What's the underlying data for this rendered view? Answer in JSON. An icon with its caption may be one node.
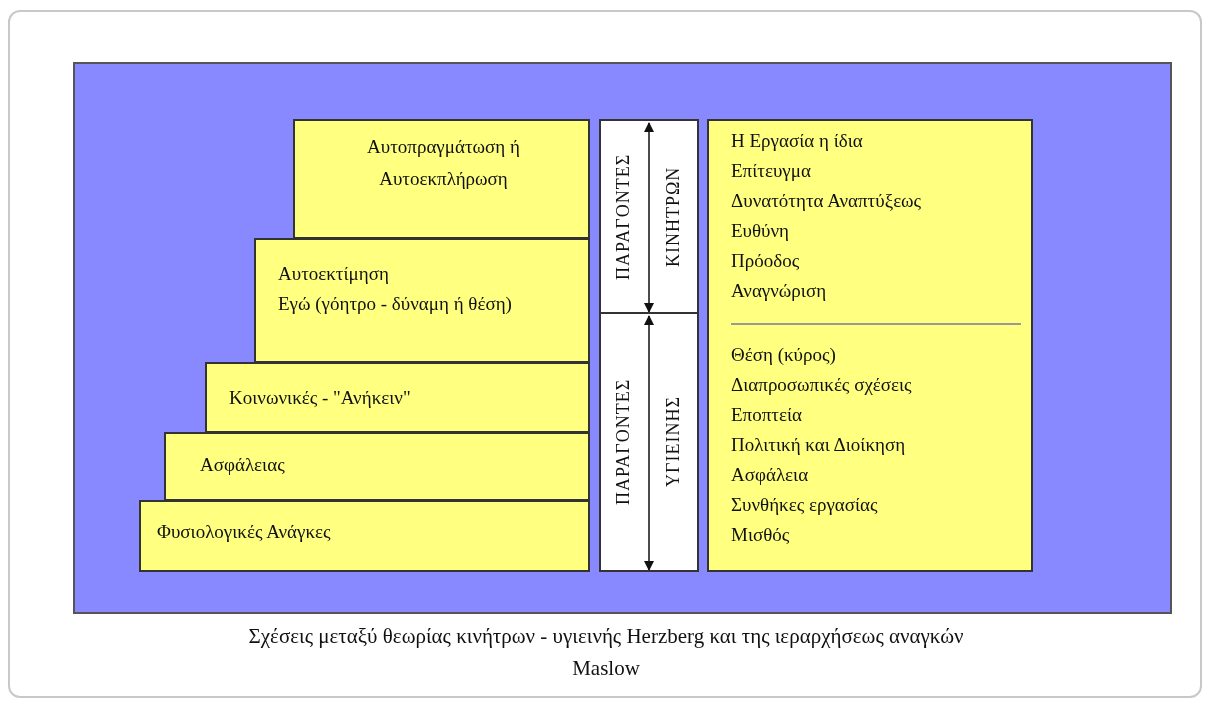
{
  "diagram": {
    "caption": "Σχέσεις μεταξύ θεωρίας κινήτρων - υγιεινής Herzberg και της ιεραρχήσεως αναγκών Maslow",
    "nodes": [
      {
        "text": [],
        "shape": "box"
      },
      {
        "text": [
          "Αυτοπραγμάτωση ή Αυτοεκπλήρωση"
        ],
        "in": 0
      },
      {
        "text": [
          "Αυτοεκτίμηση",
          "Εγώ (γόητρο - δύναμη ή θέση)"
        ],
        "in": 0
      },
      {
        "text": [
          "Κοινωνικές - \"Ανήκειν\""
        ],
        "in": 0
      },
      {
        "text": [
          "Ασφάλειας"
        ],
        "in": 0
      },
      {
        "text": [
          "Φυσιολογικές Ανάγκες"
        ],
        "in": 0
      },
      {
        "text": [
          "ΠΑΡΑΓΟΝΤΕΣ",
          "ΚΙΝΗΤΡΩΝ"
        ],
        "in": 0
      },
      {
        "text": [
          "ΠΑΡΑΓΟΝΤΕΣ",
          "ΥΓΙΕΙΝΗΣ"
        ],
        "in": 0
      },
      {
        "text": [
          "Η Εργασία η ίδια",
          "Επίτευγμα",
          "Δυνατότητα Αναπτύξεως",
          "Ευθύνη",
          "Πρόοδος",
          "Αναγνώριση",
          "Θέση (κύρος)",
          "Διαπροσωπικές σχέσεις",
          "Εποπτεία",
          "Πολιτική και Διοίκηση",
          "Ασφάλεια",
          "Συνθήκες εργασίας",
          "Μισθός"
        ],
        "in": 0
      }
    ],
    "edges": []
  }
}
